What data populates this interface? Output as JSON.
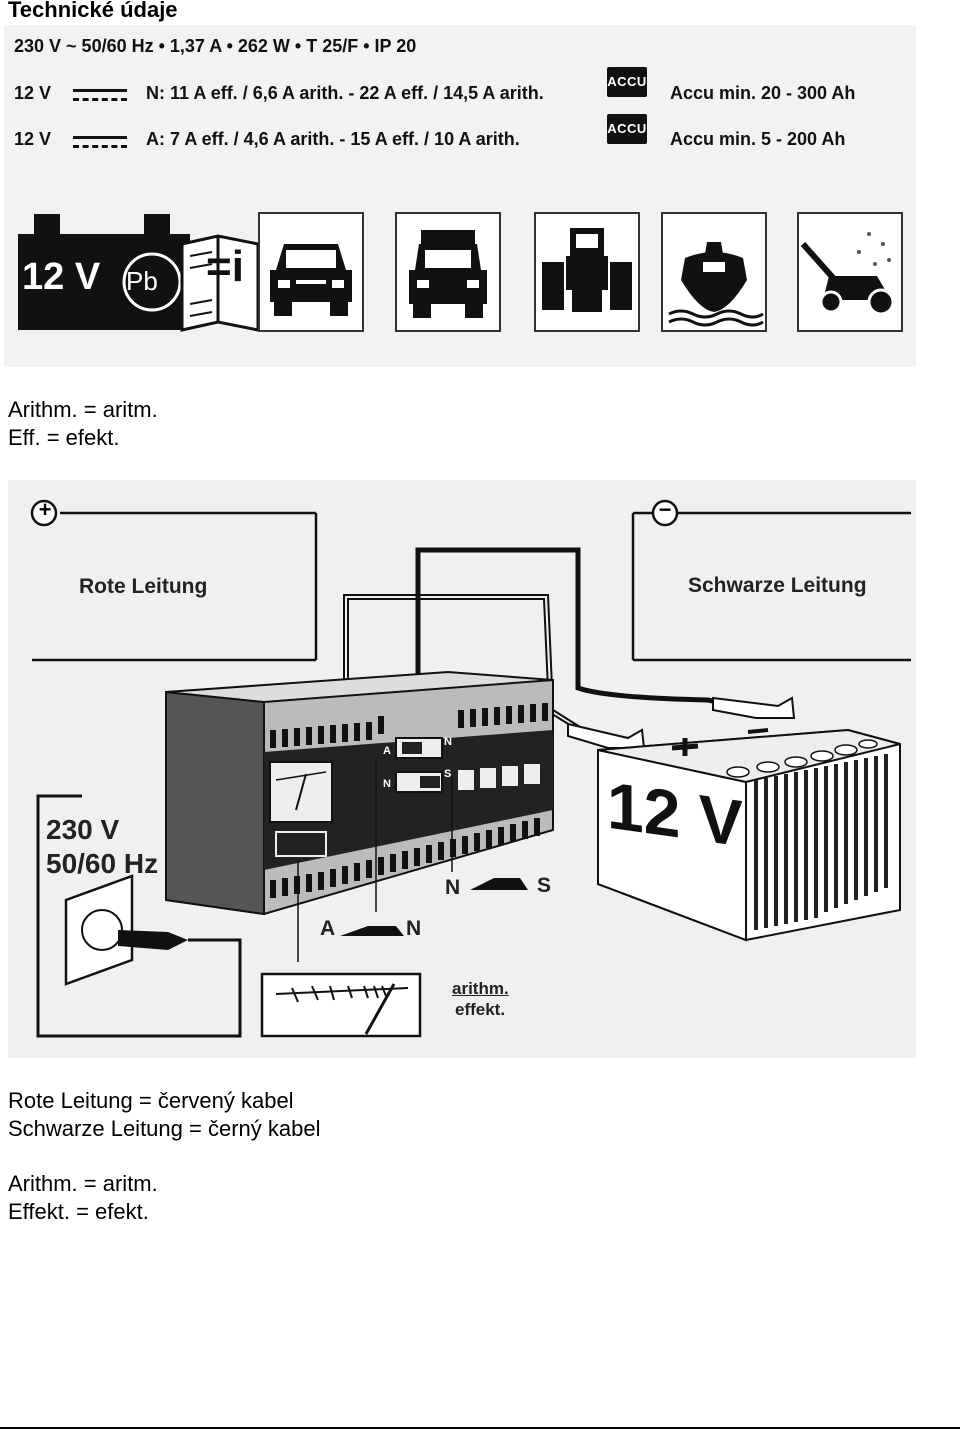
{
  "title": "Technické údaje",
  "specs": {
    "line1": "230 V ~ 50/60 Hz •  1,37 A • 262 W •  T 25/F • IP 20",
    "row2": {
      "voltage": "12 V",
      "current": "N: 11 A eff. / 6,6 A arith. - 22 A eff. / 14,5 A arith.",
      "accu_label": "ACCU",
      "capacity": "Accu min. 20 - 300 Ah"
    },
    "row3": {
      "voltage": "12 V",
      "current": "A: 7 A eff. / 4,6 A arith. - 15 A eff. / 10 A arith.",
      "accu_label": "ACCU",
      "capacity": "Accu min. 5 - 200 Ah"
    }
  },
  "symbols": {
    "battery_voltage": "12 V",
    "lead_symbol": "Pb",
    "manual_symbol": "=i",
    "icons": [
      "car-icon",
      "truck-icon",
      "tractor-icon",
      "boat-icon",
      "lawnmower-icon"
    ]
  },
  "legend1": {
    "line1": "Arithm. = aritm.",
    "line2": "Eff. = efekt."
  },
  "diagram": {
    "plus_label": "+",
    "minus_label": "−",
    "red_cable": "Rote Leitung",
    "black_cable": "Schwarze Leitung",
    "mains": "230 V",
    "mains_freq": "50/60 Hz",
    "switch_a": "A",
    "switch_n": "N",
    "switch_n2": "N",
    "switch_s": "S",
    "panel_a": "A",
    "panel_n": "N",
    "panel_n2": "N",
    "panel_s": "S",
    "battery": "12 V",
    "meter_arith": "arithm.",
    "meter_effekt": "effekt."
  },
  "legend2": {
    "line1": "Rote Leitung = červený kabel",
    "line2": "Schwarze Leitung = černý kabel",
    "line3": "Arithm. = aritm.",
    "line4": "Effekt. = efekt."
  }
}
